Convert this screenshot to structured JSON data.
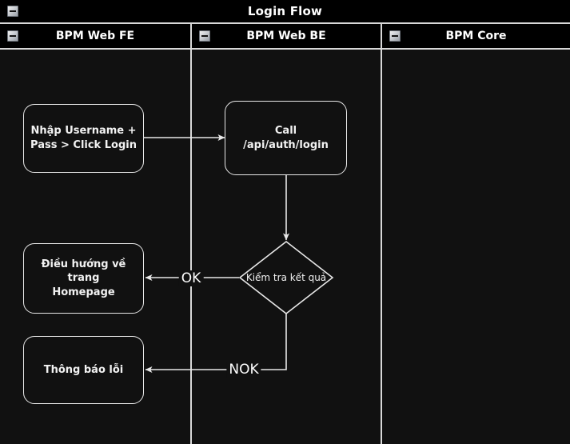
{
  "diagram": {
    "title": "Login Flow",
    "collapse_icon": "minus-box-icon",
    "background_color": "#111111",
    "stroke_color": "#e8e8e8",
    "text_color": "#f2f2f2",
    "header_background": "#000000"
  },
  "lanes": [
    {
      "label": "BPM Web FE",
      "collapse_icon": "minus-box-icon"
    },
    {
      "label": "BPM Web BE",
      "collapse_icon": "minus-box-icon"
    },
    {
      "label": "BPM Core",
      "collapse_icon": "minus-box-icon"
    }
  ],
  "nodes": [
    {
      "id": "enter-credentials",
      "type": "process",
      "lane": "BPM Web FE",
      "label": "Nhập Username +\nPass > Click Login"
    },
    {
      "id": "call-login-api",
      "type": "process",
      "lane": "BPM Web BE",
      "label": "Call /api/auth/login"
    },
    {
      "id": "check-result",
      "type": "decision",
      "lane": "BPM Web BE",
      "label": "Kiểm tra kết quả"
    },
    {
      "id": "navigate-homepage",
      "type": "process",
      "lane": "BPM Web FE",
      "label": "Điều hướng về trang\nHomepage"
    },
    {
      "id": "show-error",
      "type": "process",
      "lane": "BPM Web FE",
      "label": "Thông báo lỗi"
    }
  ],
  "edges": [
    {
      "from": "enter-credentials",
      "to": "call-login-api",
      "label": ""
    },
    {
      "from": "call-login-api",
      "to": "check-result",
      "label": ""
    },
    {
      "from": "check-result",
      "to": "navigate-homepage",
      "label": "OK"
    },
    {
      "from": "check-result",
      "to": "show-error",
      "label": "NOK"
    }
  ]
}
